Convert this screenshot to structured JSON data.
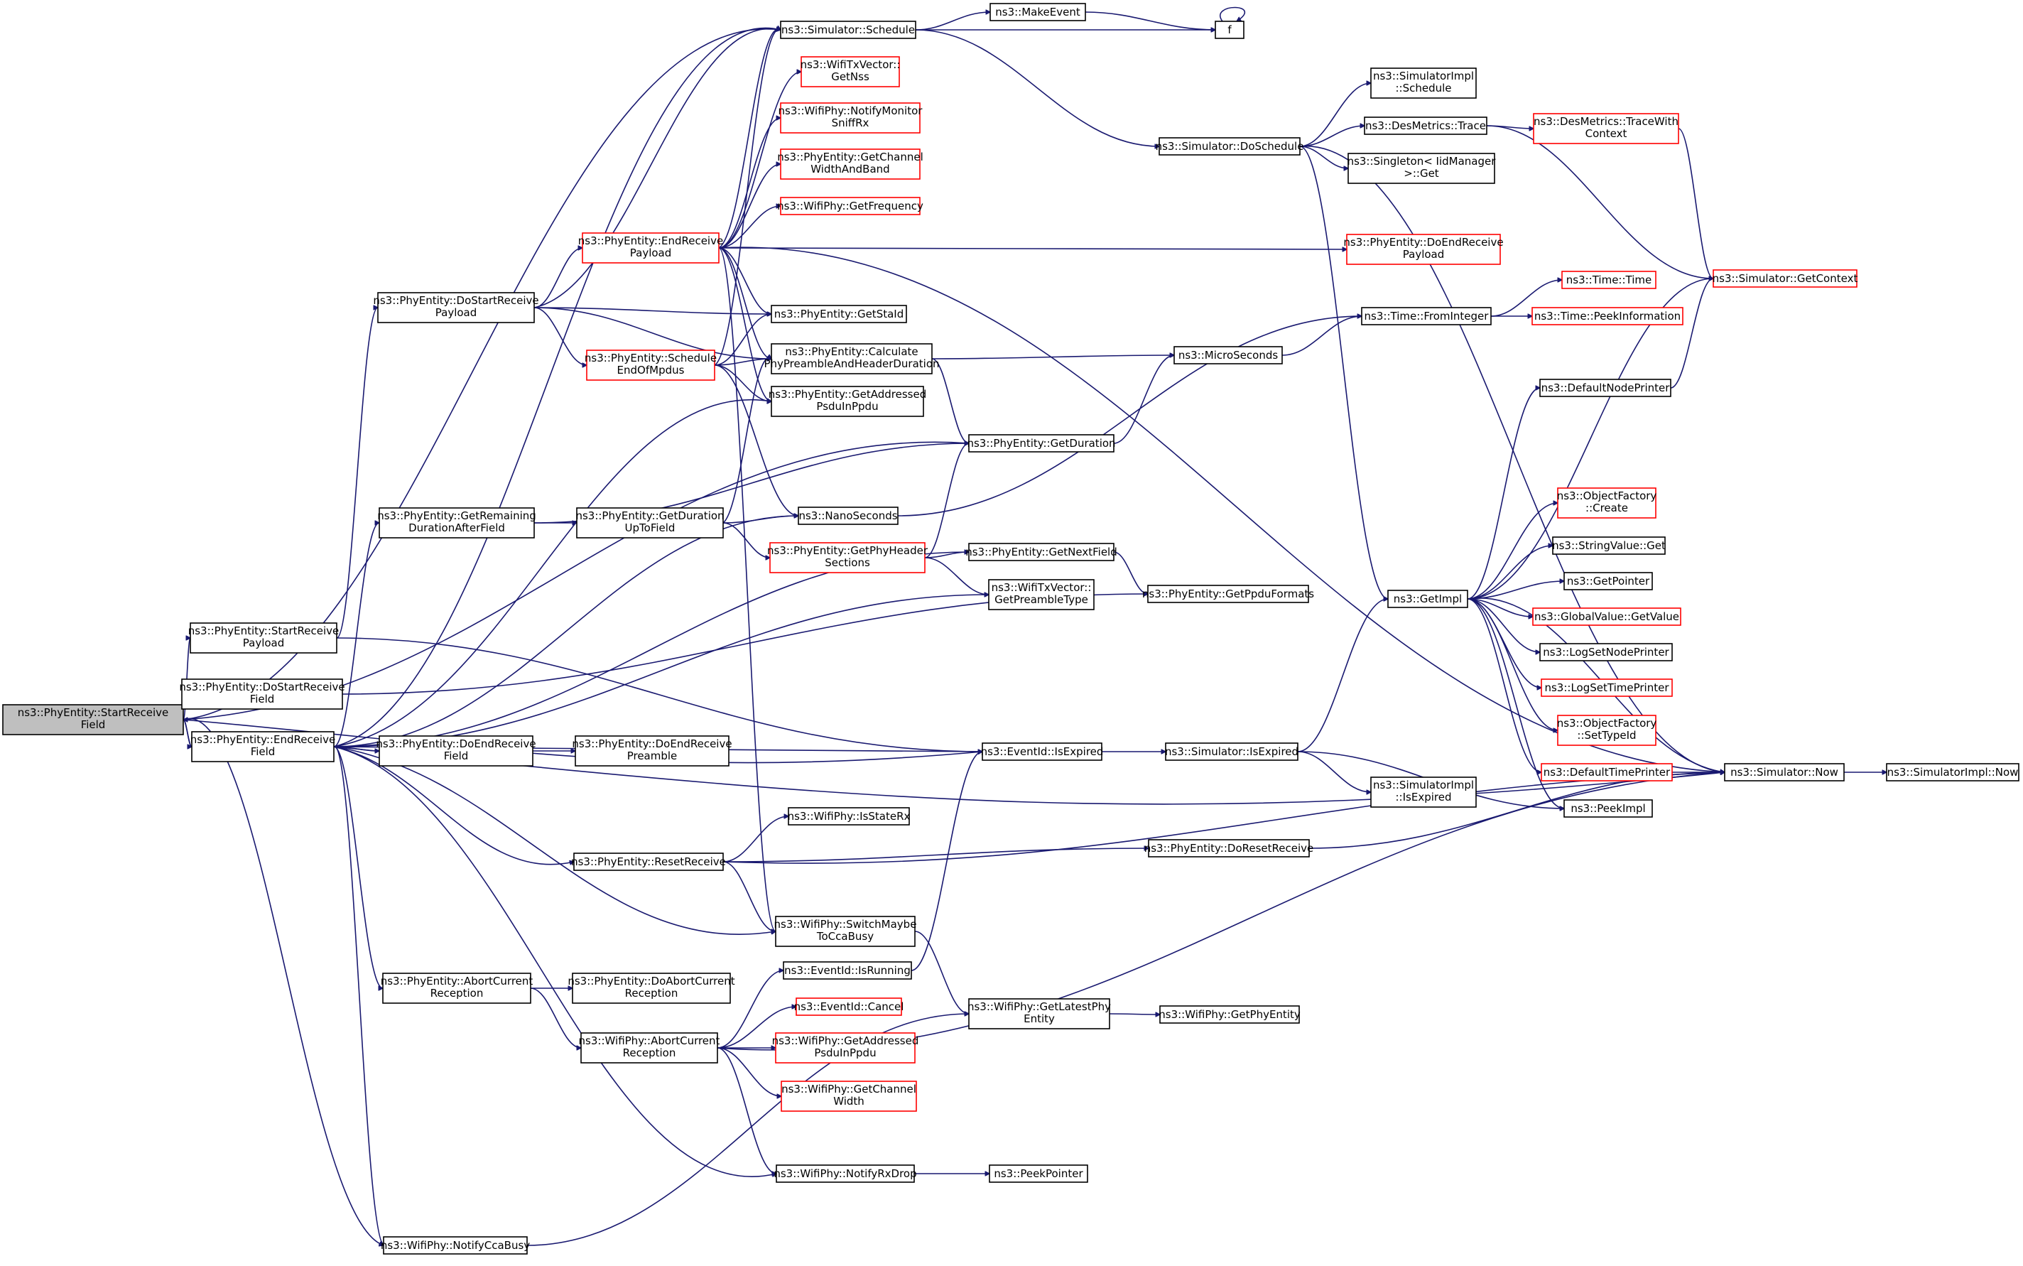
{
  "title": "",
  "colors": {
    "edge": "#191970",
    "node_border": "#000000",
    "truncated_border": "#ff0000",
    "root_fill": "#bfbfbf",
    "background": "#ffffff"
  },
  "nodes": {
    "start_receive_field": {
      "lines": [
        "ns3::PhyEntity::StartReceive",
        "Field"
      ],
      "style": "root"
    },
    "sim_schedule": {
      "lines": [
        "ns3::Simulator::Schedule"
      ],
      "style": "normal"
    },
    "make_event": {
      "lines": [
        "ns3::MakeEvent"
      ],
      "style": "normal"
    },
    "f": {
      "lines": [
        "f"
      ],
      "style": "normal"
    },
    "get_nss": {
      "lines": [
        "ns3::WifiTxVector::",
        "GetNss"
      ],
      "style": "red"
    },
    "notify_monitor": {
      "lines": [
        "ns3::WifiPhy::NotifyMonitor",
        "SniffRx"
      ],
      "style": "red"
    },
    "channel_width_band": {
      "lines": [
        "ns3::PhyEntity::GetChannel",
        "WidthAndBand"
      ],
      "style": "red"
    },
    "get_frequency": {
      "lines": [
        "ns3::WifiPhy::GetFrequency"
      ],
      "style": "red"
    },
    "end_receive_payload": {
      "lines": [
        "ns3::PhyEntity::EndReceive",
        "Payload"
      ],
      "style": "red"
    },
    "do_start_receive_payload": {
      "lines": [
        "ns3::PhyEntity::DoStartReceive",
        "Payload"
      ],
      "style": "normal"
    },
    "get_sta_id": {
      "lines": [
        "ns3::PhyEntity::GetStaId"
      ],
      "style": "normal"
    },
    "schedule_end_of_mpdus": {
      "lines": [
        "ns3::PhyEntity::Schedule",
        "EndOfMpdus"
      ],
      "style": "red"
    },
    "calculate_duration": {
      "lines": [
        "ns3::PhyEntity::Calculate",
        "PhyPreambleAndHeaderDuration"
      ],
      "style": "normal"
    },
    "get_addressed_psdu": {
      "lines": [
        "ns3::PhyEntity::GetAddressed",
        "PsduInPpdu"
      ],
      "style": "normal"
    },
    "get_duration": {
      "lines": [
        "ns3::PhyEntity::GetDuration"
      ],
      "style": "normal"
    },
    "get_remaining_duration": {
      "lines": [
        "ns3::PhyEntity::GetRemaining",
        "DurationAfterField"
      ],
      "style": "normal"
    },
    "get_duration_up_to": {
      "lines": [
        "ns3::PhyEntity::GetDuration",
        "UpToField"
      ],
      "style": "normal"
    },
    "nano_seconds": {
      "lines": [
        "ns3::NanoSeconds"
      ],
      "style": "normal"
    },
    "get_phy_header_sections": {
      "lines": [
        "ns3::PhyEntity::GetPhyHeader",
        "Sections"
      ],
      "style": "red"
    },
    "get_next_field": {
      "lines": [
        "ns3::PhyEntity::GetNextField"
      ],
      "style": "normal"
    },
    "get_preamble_type": {
      "lines": [
        "ns3::WifiTxVector::",
        "GetPreambleType"
      ],
      "style": "normal"
    },
    "get_ppdu_formats": {
      "lines": [
        "ns3::PhyEntity::GetPpduFormats"
      ],
      "style": "normal"
    },
    "start_receive_payload": {
      "lines": [
        "ns3::PhyEntity::StartReceive",
        "Payload"
      ],
      "style": "normal"
    },
    "do_start_receive_field": {
      "lines": [
        "ns3::PhyEntity::DoStartReceive",
        "Field"
      ],
      "style": "normal"
    },
    "end_receive_field": {
      "lines": [
        "ns3::PhyEntity::EndReceive",
        "Field"
      ],
      "style": "normal"
    },
    "do_end_receive_field": {
      "lines": [
        "ns3::PhyEntity::DoEndReceive",
        "Field"
      ],
      "style": "normal"
    },
    "do_end_receive_preamble": {
      "lines": [
        "ns3::PhyEntity::DoEndReceive",
        "Preamble"
      ],
      "style": "normal"
    },
    "event_is_expired": {
      "lines": [
        "ns3::EventId::IsExpired"
      ],
      "style": "normal"
    },
    "sim_is_expired": {
      "lines": [
        "ns3::Simulator::IsExpired"
      ],
      "style": "normal"
    },
    "simimpl_is_expired": {
      "lines": [
        "ns3::SimulatorImpl",
        "::IsExpired"
      ],
      "style": "normal"
    },
    "is_state_rx": {
      "lines": [
        "ns3::WifiPhy::IsStateRx"
      ],
      "style": "normal"
    },
    "reset_receive": {
      "lines": [
        "ns3::PhyEntity::ResetReceive"
      ],
      "style": "normal"
    },
    "do_reset_receive": {
      "lines": [
        "ns3::PhyEntity::DoResetReceive"
      ],
      "style": "normal"
    },
    "switch_cca_busy": {
      "lines": [
        "ns3::WifiPhy::SwitchMaybe",
        "ToCcaBusy"
      ],
      "style": "normal"
    },
    "event_is_running": {
      "lines": [
        "ns3::EventId::IsRunning"
      ],
      "style": "normal"
    },
    "event_cancel": {
      "lines": [
        "ns3::EventId::Cancel"
      ],
      "style": "red"
    },
    "abort_current_reception": {
      "lines": [
        "ns3::PhyEntity::AbortCurrent",
        "Reception"
      ],
      "style": "normal"
    },
    "do_abort_current_reception": {
      "lines": [
        "ns3::PhyEntity::DoAbortCurrent",
        "Reception"
      ],
      "style": "normal"
    },
    "wifiphy_abort_current": {
      "lines": [
        "ns3::WifiPhy::AbortCurrent",
        "Reception"
      ],
      "style": "normal"
    },
    "wifiphy_get_addressed": {
      "lines": [
        "ns3::WifiPhy::GetAddressed",
        "PsduInPpdu"
      ],
      "style": "red"
    },
    "wifiphy_get_channel_width": {
      "lines": [
        "ns3::WifiPhy::GetChannel",
        "Width"
      ],
      "style": "red"
    },
    "get_latest_phy_entity": {
      "lines": [
        "ns3::WifiPhy::GetLatestPhy",
        "Entity"
      ],
      "style": "normal"
    },
    "get_phy_entity": {
      "lines": [
        "ns3::WifiPhy::GetPhyEntity"
      ],
      "style": "normal"
    },
    "notify_rx_drop": {
      "lines": [
        "ns3::WifiPhy::NotifyRxDrop"
      ],
      "style": "normal"
    },
    "peek_pointer": {
      "lines": [
        "ns3::PeekPointer"
      ],
      "style": "normal"
    },
    "notify_cca_busy": {
      "lines": [
        "ns3::WifiPhy::NotifyCcaBusy"
      ],
      "style": "normal"
    },
    "sim_do_schedule": {
      "lines": [
        "ns3::Simulator::DoSchedule"
      ],
      "style": "normal"
    },
    "simimpl_schedule": {
      "lines": [
        "ns3::SimulatorImpl",
        "::Schedule"
      ],
      "style": "normal"
    },
    "desmetrics_trace": {
      "lines": [
        "ns3::DesMetrics::Trace"
      ],
      "style": "normal"
    },
    "desmetrics_trace_ctx": {
      "lines": [
        "ns3::DesMetrics::TraceWith",
        "Context"
      ],
      "style": "red"
    },
    "singleton_get": {
      "lines": [
        "ns3::Singleton< IidManager",
        ">::Get"
      ],
      "style": "normal"
    },
    "do_end_receive_payload": {
      "lines": [
        "ns3::PhyEntity::DoEndReceive",
        "Payload"
      ],
      "style": "red"
    },
    "micro_seconds": {
      "lines": [
        "ns3::MicroSeconds"
      ],
      "style": "normal"
    },
    "time_from_integer": {
      "lines": [
        "ns3::Time::FromInteger"
      ],
      "style": "normal"
    },
    "time_time": {
      "lines": [
        "ns3::Time::Time"
      ],
      "style": "red"
    },
    "time_peek_info": {
      "lines": [
        "ns3::Time::PeekInformation"
      ],
      "style": "red"
    },
    "get_context": {
      "lines": [
        "ns3::Simulator::GetContext"
      ],
      "style": "red"
    },
    "default_node_printer": {
      "lines": [
        "ns3::DefaultNodePrinter"
      ],
      "style": "normal"
    },
    "get_impl": {
      "lines": [
        "ns3::GetImpl"
      ],
      "style": "normal"
    },
    "object_factory_create": {
      "lines": [
        "ns3::ObjectFactory",
        "::Create"
      ],
      "style": "red"
    },
    "string_value_get": {
      "lines": [
        "ns3::StringValue::Get"
      ],
      "style": "normal"
    },
    "get_pointer": {
      "lines": [
        "ns3::GetPointer"
      ],
      "style": "normal"
    },
    "global_value_get": {
      "lines": [
        "ns3::GlobalValue::GetValue"
      ],
      "style": "red"
    },
    "log_set_node_printer": {
      "lines": [
        "ns3::LogSetNodePrinter"
      ],
      "style": "normal"
    },
    "log_set_time_printer": {
      "lines": [
        "ns3::LogSetTimePrinter"
      ],
      "style": "red"
    },
    "object_factory_settypeid": {
      "lines": [
        "ns3::ObjectFactory",
        "::SetTypeId"
      ],
      "style": "red"
    },
    "default_time_printer": {
      "lines": [
        "ns3::DefaultTimePrinter"
      ],
      "style": "red"
    },
    "sim_now": {
      "lines": [
        "ns3::Simulator::Now"
      ],
      "style": "normal"
    },
    "simimpl_now": {
      "lines": [
        "ns3::SimulatorImpl::Now"
      ],
      "style": "normal"
    },
    "peek_impl": {
      "lines": [
        "ns3::PeekImpl"
      ],
      "style": "normal"
    }
  }
}
